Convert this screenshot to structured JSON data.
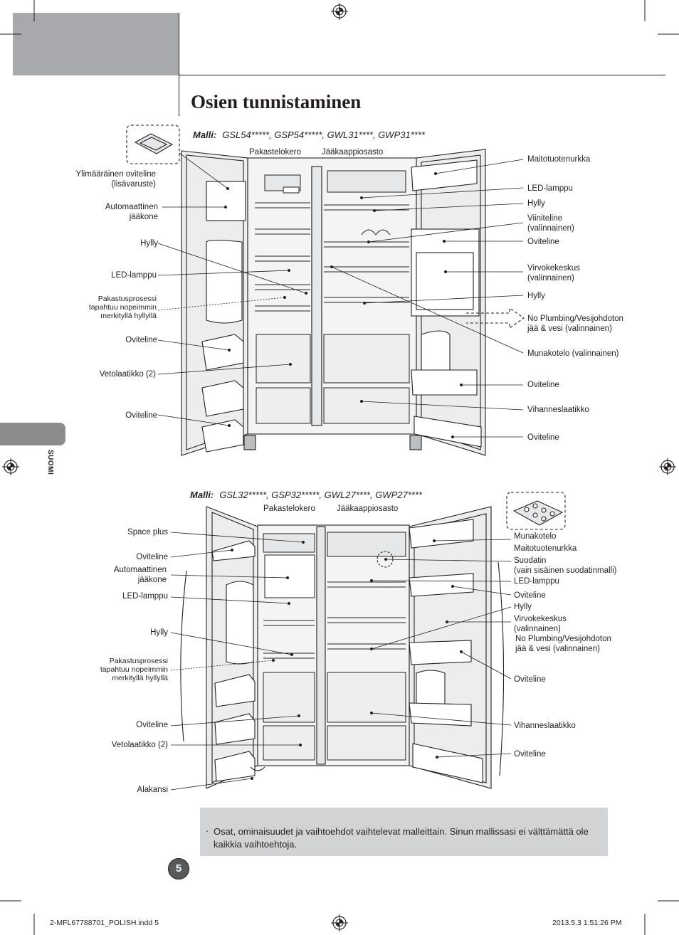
{
  "page": {
    "title": "Osien tunnistaminen",
    "language_tab": "SUOMI",
    "page_number": "5",
    "note": "Osat, ominaisuudet ja vaihtoehdot vaihtelevat malleittain. Sinun mallissasi ei välttämättä ole kaikkia vaihtoehtoja.",
    "note_bullet": "·",
    "footer_left": "2-MFL67788701_POLISH.indd   5",
    "footer_right": "2013.5.3   1:51:26 PM"
  },
  "diagram1": {
    "model_label": "Malli:",
    "models": "GSL54*****, GSP54*****, GWL31****, GWP31****",
    "section_freezer": "Pakastelokero",
    "section_fridge": "Jääkaappiosasto",
    "left_labels": {
      "extra_bin": "Ylimääräinen oviteline",
      "extra_bin_2": "(lisävaruste)",
      "icemaker": "Automaattinen",
      "icemaker_2": "jääkone",
      "shelf": "Hylly",
      "led": "LED-lamppu",
      "quick_freeze": "Pakastusprosessi",
      "quick_freeze_2": "tapahtuu nopeimmin",
      "quick_freeze_3": "merkityllä hyllyllä",
      "door_bin_1": "Oviteline",
      "drawer": "Vetolaatikko (2)",
      "door_bin_2": "Oviteline"
    },
    "right_labels": {
      "dairy": "Maitotuotenurkka",
      "led": "LED-lamppu",
      "shelf_1": "Hylly",
      "wine": "Viiniteline",
      "wine_2": "(valinnainen)",
      "door_bin_1": "Oviteline",
      "cooler": "Virvokekeskus",
      "cooler_2": "(valinnainen)",
      "shelf_2": "Hylly",
      "no_plumbing": "No Plumbing/Vesijohdoton",
      "no_plumbing_2": "jää & vesi (valinnainen)",
      "egg": "Munakotelo (valinnainen)",
      "door_bin_2": "Oviteline",
      "vegetable": "Vihanneslaatikko",
      "door_bin_3": "Oviteline"
    }
  },
  "diagram2": {
    "model_label": "Malli:",
    "models": "GSL32*****, GSP32*****, GWL27****, GWP27****",
    "section_freezer": "Pakastelokero",
    "section_fridge": "Jääkaappiosasto",
    "left_labels": {
      "space_plus": "Space plus",
      "door_bin_1": "Oviteline",
      "icemaker": "Automaattinen",
      "icemaker_2": "jääkone",
      "led": "LED-lamppu",
      "shelf": "Hylly",
      "quick_freeze": "Pakastusprosessi",
      "quick_freeze_2": "tapahtuu nopeimmin",
      "quick_freeze_3": "merkityllä hyllyllä",
      "door_bin_2": "Oviteline",
      "drawer": "Vetolaatikko (2)",
      "cover": "Alakansi"
    },
    "right_labels": {
      "egg": "Munakotelo",
      "dairy": "Maitotuotenurkka",
      "filter": "Suodatin",
      "filter_2": "(vain sisäinen suodatinmalli)",
      "led": "LED-lamppu",
      "door_bin_1": "Oviteline",
      "shelf": "Hylly",
      "cooler": "Virvokekeskus",
      "cooler_2": "(valinnainen)",
      "no_plumbing": "No Plumbing/Vesijohdoton",
      "no_plumbing_2": "jää & vesi (valinnainen)",
      "door_bin_2": "Oviteline",
      "vegetable": "Vihanneslaatikko",
      "door_bin_3": "Oviteline"
    }
  },
  "colors": {
    "gray_block": "#a7a9ac",
    "note_bg": "#d1d3d4",
    "ink": "#231f20",
    "fridge_tint": "#e6e7e8"
  }
}
